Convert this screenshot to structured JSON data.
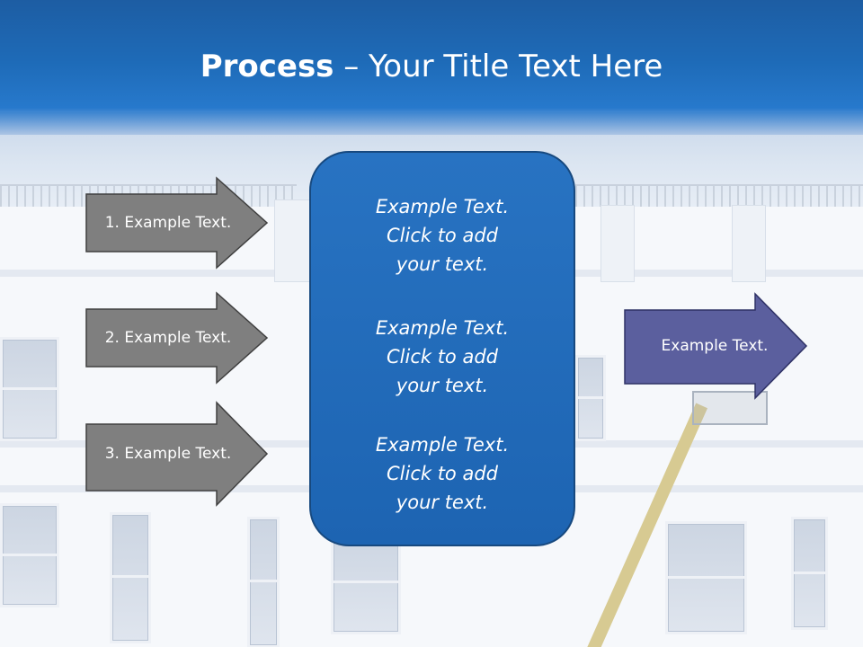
{
  "slide": {
    "title_bold": "Process",
    "title_rest": " – Your Title Text Here",
    "left_arrows": [
      {
        "label": "1. Example Text."
      },
      {
        "label": "2. Example Text."
      },
      {
        "label": "3. Example Text."
      }
    ],
    "center_blocks": [
      {
        "line1": "Example Text.",
        "line2": "Click  to add",
        "line3": "your text."
      },
      {
        "line1": "Example Text.",
        "line2": "Click  to add",
        "line3": "your text."
      },
      {
        "line1": "Example Text.",
        "line2": "Click  to add",
        "line3": "your text."
      }
    ],
    "right_arrow": {
      "label": "Example Text."
    }
  },
  "colors": {
    "title_bar": "#1e6bb8",
    "gray_arrow": "#7f7f7f",
    "purple_arrow": "#5b5f9e",
    "center_box": "#2370bf"
  }
}
